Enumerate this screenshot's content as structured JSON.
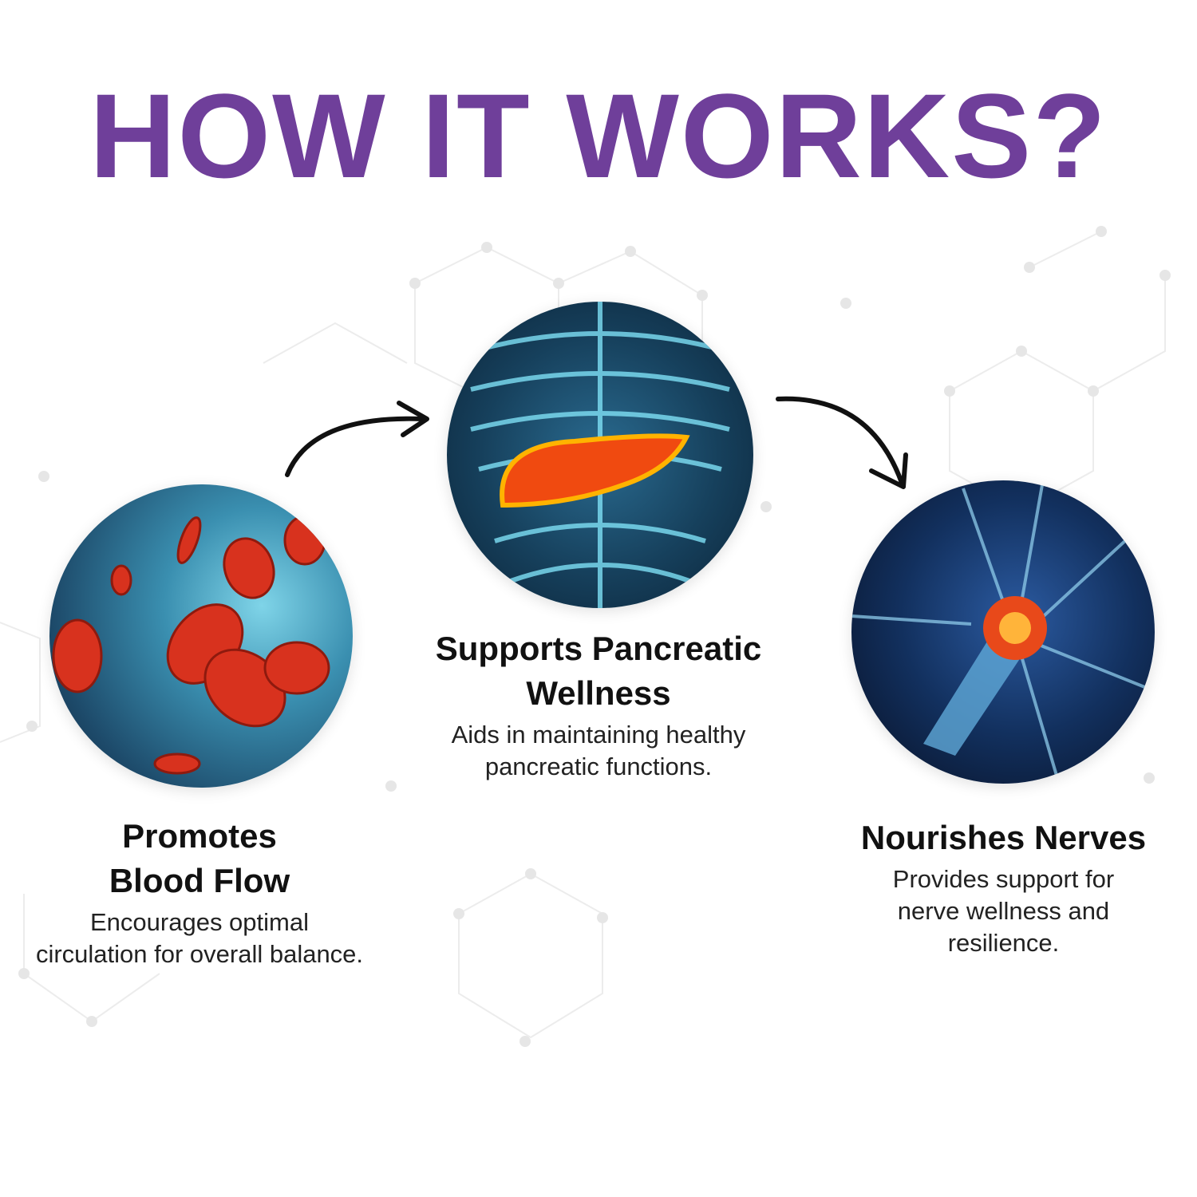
{
  "title": "HOW IT WORKS?",
  "colors": {
    "accent": "#6f3f9a"
  },
  "steps": [
    {
      "heading": "Promotes Blood Flow",
      "heading_line1": "Promotes",
      "heading_line2": "Blood Flow",
      "body": "Encourages optimal circulation for overall balance.",
      "image": "red-blood-cells"
    },
    {
      "heading": "Supports Pancreatic Wellness",
      "heading_line1": "Supports Pancreatic",
      "heading_line2": "Wellness",
      "body": "Aids in maintaining healthy pancreatic functions.",
      "image": "pancreas-anatomy"
    },
    {
      "heading": "Nourishes Nerves",
      "body": "Provides support for nerve wellness and resilience.",
      "image": "neuron"
    }
  ]
}
